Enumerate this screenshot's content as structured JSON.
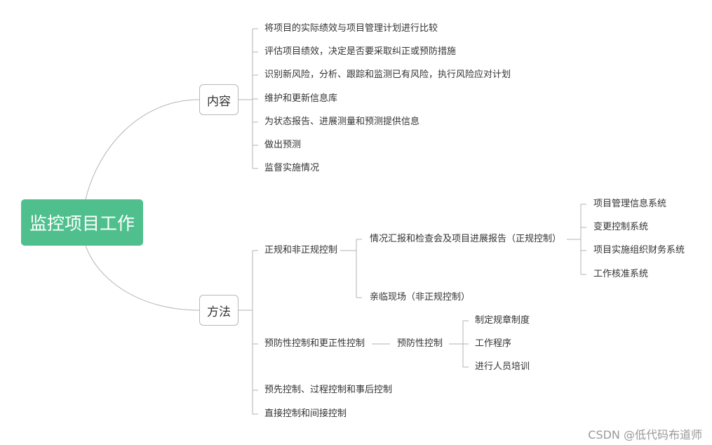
{
  "root": "监控项目工作",
  "content": {
    "label": "内容",
    "items": [
      "将项目的实际绩效与项目管理计划进行比较",
      "评估项目绩效，决定是否要采取纠正或预防措施",
      "识别新风险，分析、跟踪和监测已有风险，执行风险应对计划",
      "维护和更新信息库",
      "为状态报告、进展测量和预测提供信息",
      "做出预测",
      "监督实施情况"
    ]
  },
  "method": {
    "label": "方法",
    "formal": {
      "label": "正规和非正规控制",
      "report": {
        "label": "情况汇报和检查会及项目进展报告（正规控制）",
        "items": [
          "项目管理信息系统",
          "变更控制系统",
          "项目实施组织财务系统",
          "工作核准系统"
        ]
      },
      "onsite": "亲临现场（非正规控制）"
    },
    "preventive": {
      "label": "预防性控制和更正性控制",
      "sub": {
        "label": "预防性控制",
        "items": [
          "制定规章制度",
          "工作程序",
          "进行人员培训"
        ]
      }
    },
    "others": [
      "预先控制、过程控制和事后控制",
      "直接控制和间接控制"
    ]
  },
  "watermark": "CSDN @低代码布道师"
}
